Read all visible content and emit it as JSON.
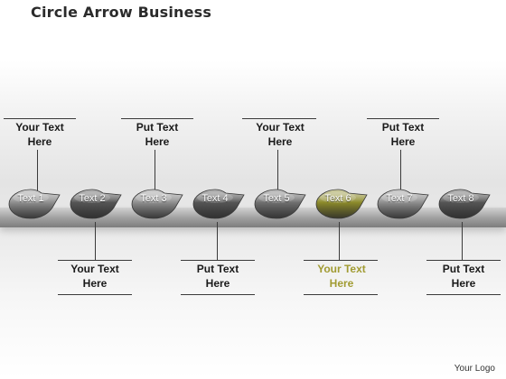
{
  "title": "Circle Arrow Business",
  "logo": "Your Logo",
  "colors": {
    "accent": "#a19b32",
    "drop_light": "#8e8e8e",
    "drop_medium": "#6f6f6f",
    "drop_dark": "#555555",
    "drop_accent": "#8c8a2a"
  },
  "steps": [
    {
      "label": "Text 1",
      "shade": "light"
    },
    {
      "label": "Text 2",
      "shade": "dark"
    },
    {
      "label": "Text 3",
      "shade": "light"
    },
    {
      "label": "Text 4",
      "shade": "dark"
    },
    {
      "label": "Text 5",
      "shade": "medium"
    },
    {
      "label": "Text 6",
      "shade": "accent"
    },
    {
      "label": "Text 7",
      "shade": "light"
    },
    {
      "label": "Text 8",
      "shade": "dark"
    }
  ],
  "callouts_top": [
    {
      "line1": "Your Text",
      "line2": "Here"
    },
    {
      "line1": "Put Text",
      "line2": "Here"
    },
    {
      "line1": "Your Text",
      "line2": "Here"
    },
    {
      "line1": "Put Text",
      "line2": "Here"
    }
  ],
  "callouts_bottom": [
    {
      "line1": "Your Text",
      "line2": "Here",
      "accent": false
    },
    {
      "line1": "Put Text",
      "line2": "Here",
      "accent": false
    },
    {
      "line1": "Your Text",
      "line2": "Here",
      "accent": true
    },
    {
      "line1": "Put Text",
      "line2": "Here",
      "accent": false
    }
  ]
}
